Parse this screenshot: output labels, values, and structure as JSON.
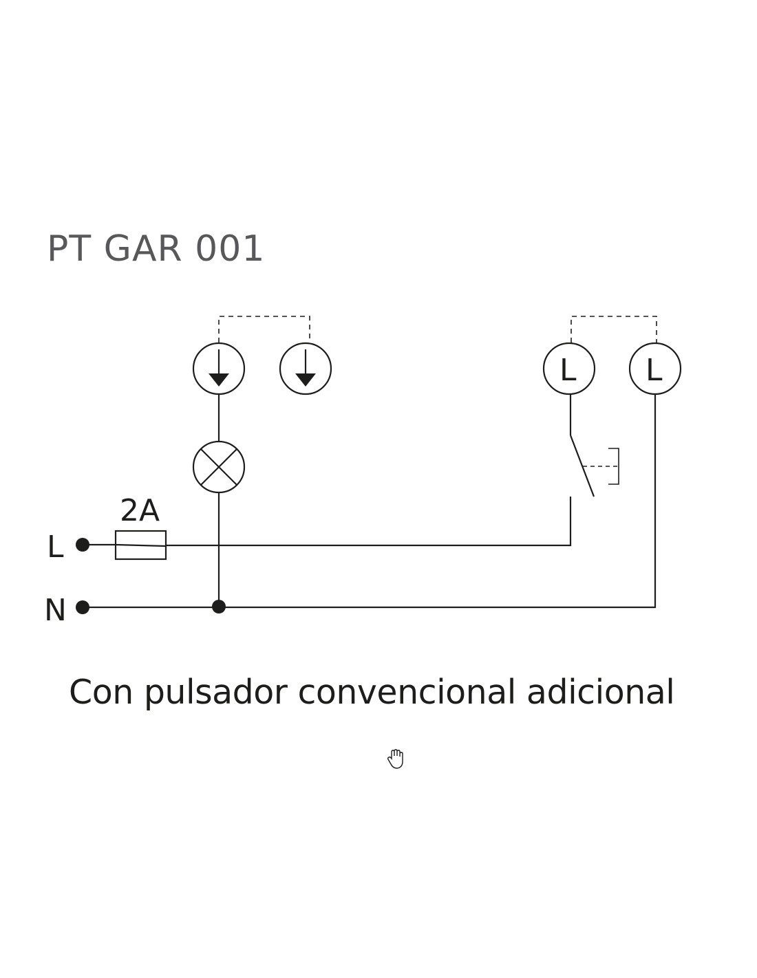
{
  "title": "PT GAR 001",
  "caption": "Con pulsador convencional adicional",
  "diagram": {
    "terminal_L": "L",
    "terminal_N": "N",
    "fuse_rating": "2A",
    "relay_terminal_1": "L",
    "relay_terminal_2": "L",
    "ground_icon_1": "ground-arrow-icon",
    "ground_icon_2": "ground-arrow-icon",
    "lamp_icon": "lamp-icon",
    "cursor_icon": "hand-cursor-icon"
  },
  "colors": {
    "title": "#58585a",
    "line": "#1d1d1b"
  }
}
